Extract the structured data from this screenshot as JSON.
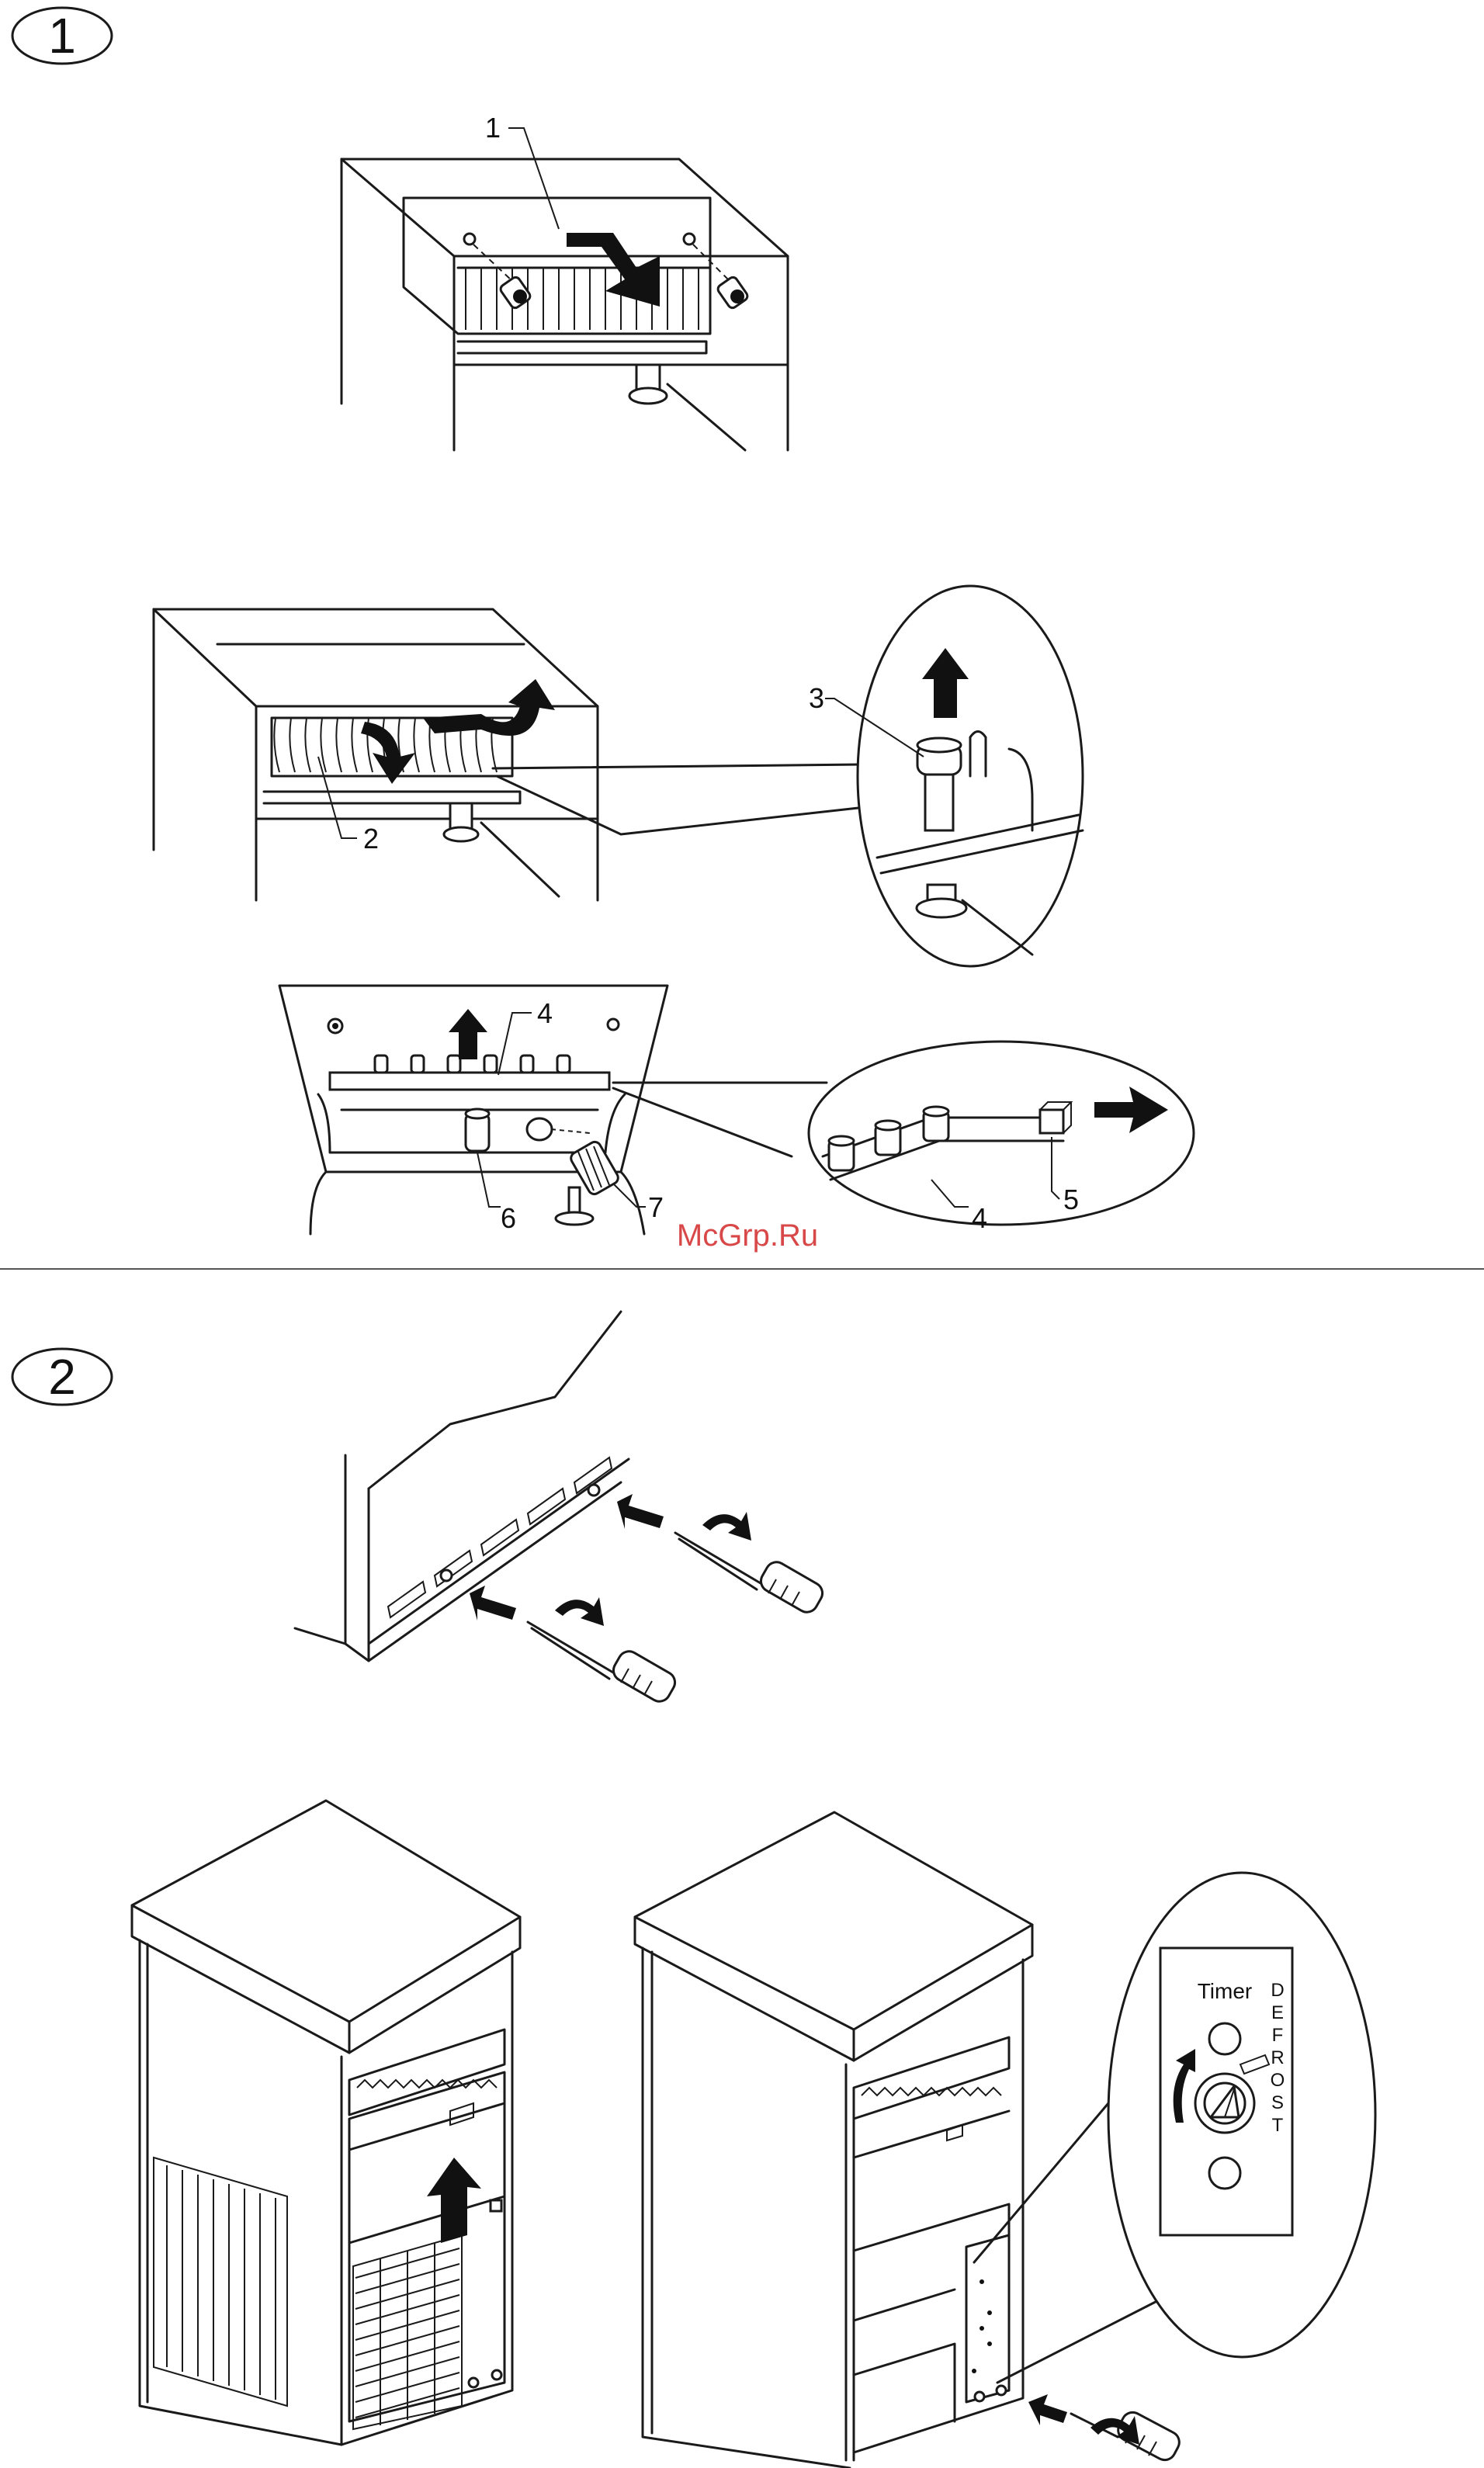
{
  "steps": [
    {
      "number": "1"
    },
    {
      "number": "2"
    }
  ],
  "callouts": {
    "c1": "1",
    "c2": "2",
    "c3": "3",
    "c4a": "4",
    "c4b": "4",
    "c5": "5",
    "c6": "6",
    "c7": "7"
  },
  "watermark": "McGrp.Ru",
  "timer_panel": {
    "title": "Timer",
    "defrost_letters": [
      "D",
      "E",
      "F",
      "R",
      "O",
      "S",
      "T"
    ]
  }
}
